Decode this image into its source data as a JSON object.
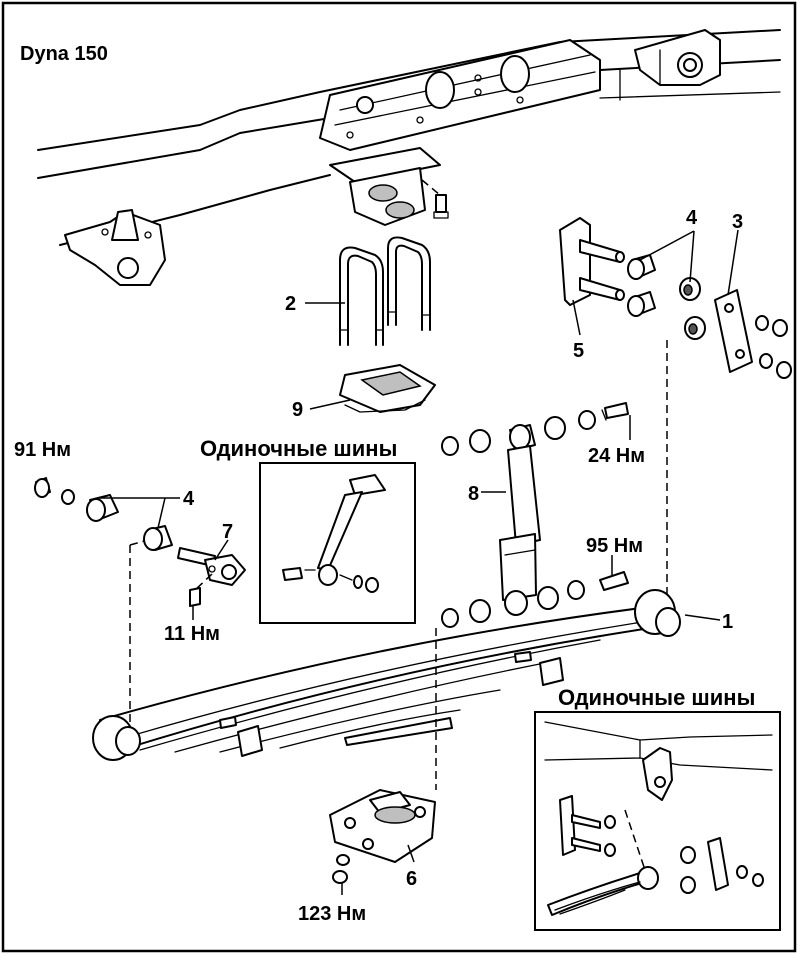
{
  "title": "Dyna 150",
  "inset_titles": [
    "Одиночные шины",
    "Одиночные шины"
  ],
  "callouts": {
    "c1": "1",
    "c2": "2",
    "c3": "3",
    "c4a": "4",
    "c4b": "4",
    "c5": "5",
    "c6": "6",
    "c7": "7",
    "c8": "8",
    "c9": "9"
  },
  "torques": {
    "t91": "91 Нм",
    "t11": "11 Нм",
    "t24": "24 Нм",
    "t95": "95 Нм",
    "t123": "123 Нм"
  }
}
